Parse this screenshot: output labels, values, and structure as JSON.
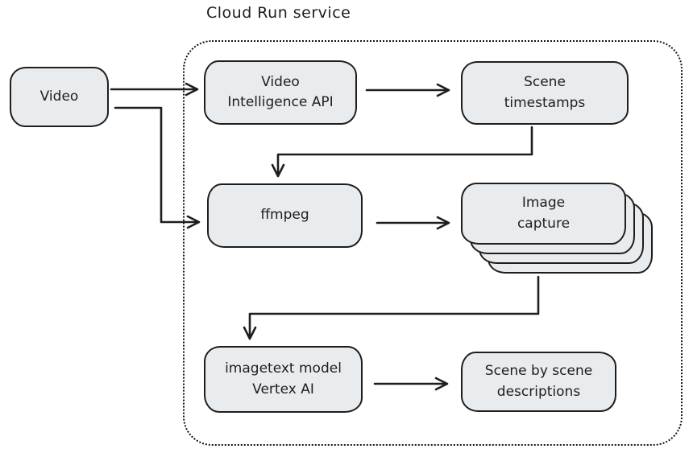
{
  "diagram": {
    "container_label": "Cloud Run service",
    "nodes": {
      "video": {
        "label": "Video"
      },
      "video_intelligence_api": {
        "label": "Video\nIntelligence API"
      },
      "scene_timestamps": {
        "label": "Scene\ntimestamps"
      },
      "ffmpeg": {
        "label": "ffmpeg"
      },
      "image_capture": {
        "label": "Image\ncapture",
        "stack_count": 4
      },
      "imagetext_vertex": {
        "label": "imagetext model\nVertex AI"
      },
      "scene_descriptions": {
        "label": "Scene by scene\ndescriptions"
      }
    },
    "edges": [
      {
        "from": "video",
        "to": "video_intelligence_api"
      },
      {
        "from": "video",
        "to": "ffmpeg"
      },
      {
        "from": "video_intelligence_api",
        "to": "scene_timestamps"
      },
      {
        "from": "scene_timestamps",
        "to": "ffmpeg"
      },
      {
        "from": "ffmpeg",
        "to": "image_capture"
      },
      {
        "from": "image_capture",
        "to": "imagetext_vertex"
      },
      {
        "from": "imagetext_vertex",
        "to": "scene_descriptions"
      }
    ],
    "colors": {
      "node_fill": "#e9ecef",
      "stroke": "#1e1e1e",
      "background": "#ffffff"
    }
  }
}
